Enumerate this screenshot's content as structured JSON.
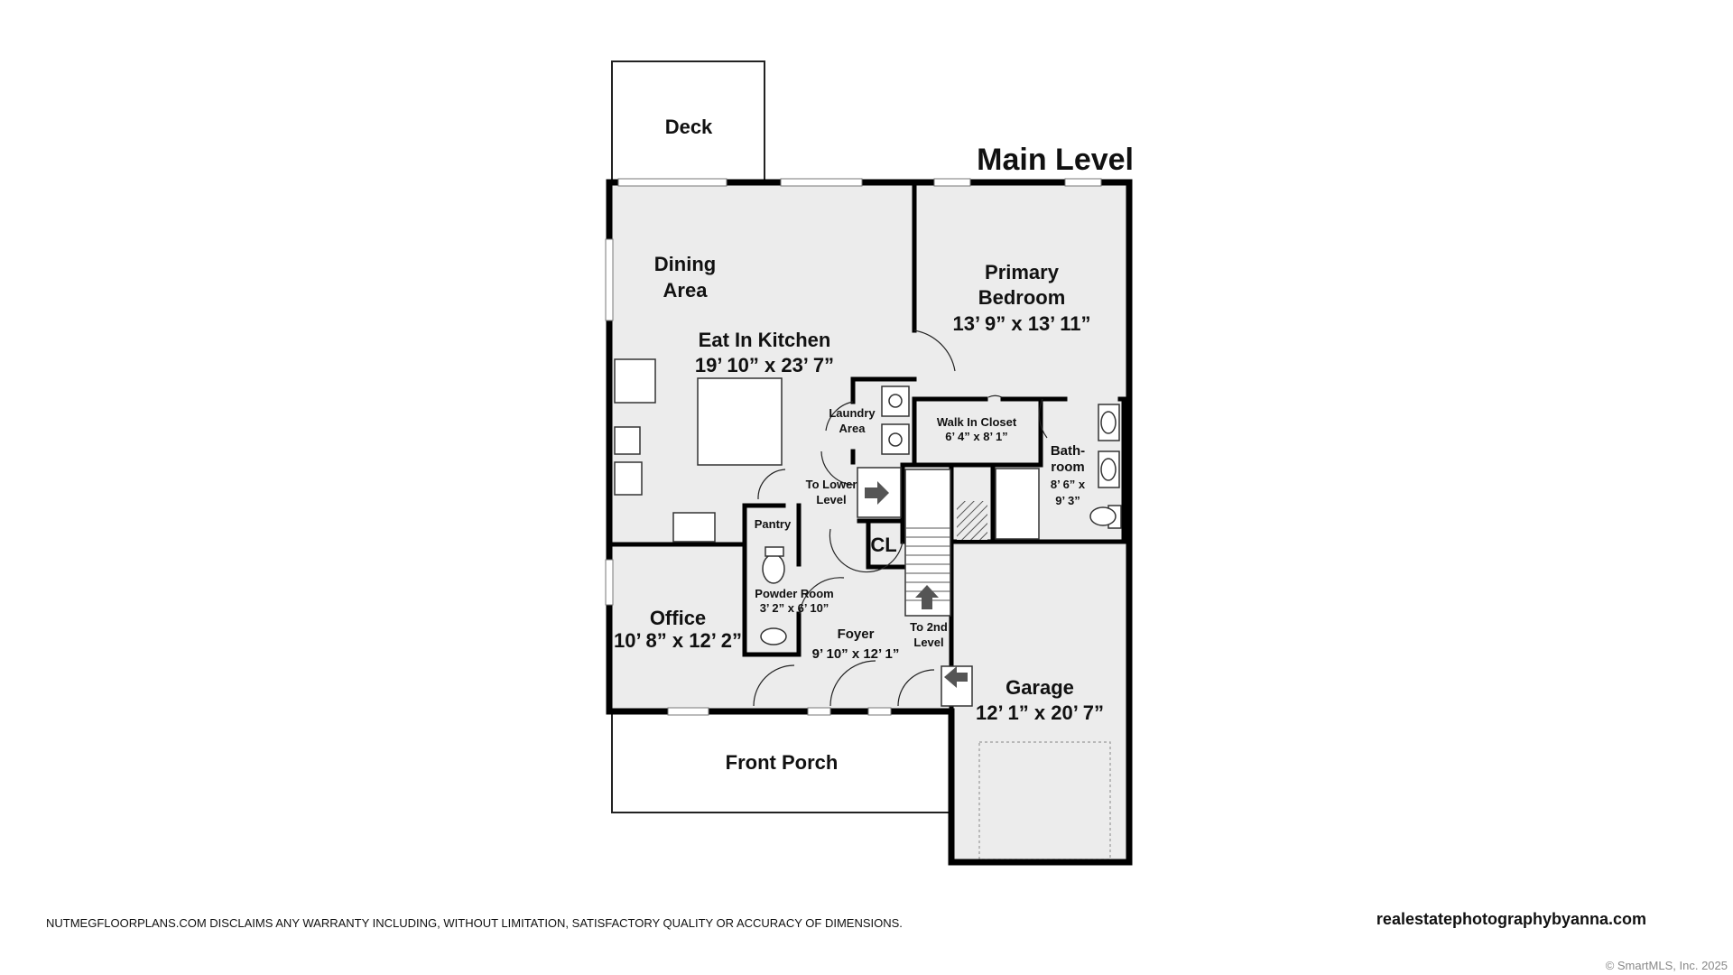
{
  "plan_title": "Main Level",
  "colors": {
    "floor": "#ececec",
    "wall": "#000000",
    "porch": "#ffffff"
  },
  "rooms": {
    "deck": {
      "name": "Deck"
    },
    "dining": {
      "name_line1": "Dining",
      "name_line2": "Area"
    },
    "kitchen": {
      "name": "Eat In Kitchen",
      "dims": "19’ 10” x 23’ 7”"
    },
    "primary_bedroom": {
      "name_line1": "Primary",
      "name_line2": "Bedroom",
      "dims": "13’ 9” x 13’ 11”"
    },
    "laundry": {
      "name_line1": "Laundry",
      "name_line2": "Area"
    },
    "walk_in_closet": {
      "name": "Walk In Closet",
      "dims": "6’ 4” x 8’ 1”"
    },
    "bathroom": {
      "name_line1": "Bath-",
      "name_line2": "room",
      "dims_line1": "8’ 6” x",
      "dims_line2": "9’ 3”"
    },
    "to_lower": {
      "line1": "To Lower",
      "line2": "Level"
    },
    "pantry": {
      "name": "Pantry"
    },
    "closet": {
      "name": "CL"
    },
    "powder_room": {
      "name": "Powder Room",
      "dims": "3’ 2” x 6’ 10”"
    },
    "office": {
      "name": "Office",
      "dims": "10’ 8” x 12’ 2”"
    },
    "foyer": {
      "name": "Foyer",
      "dims": "9’ 10” x 12’ 1”"
    },
    "to_2nd": {
      "line1": "To 2nd",
      "line2": "Level"
    },
    "garage": {
      "name": "Garage",
      "dims": "12’ 1” x 20’ 7”"
    },
    "front_porch": {
      "name": "Front Porch"
    }
  },
  "footer": {
    "disclaimer": "NUTMEGFLOORPLANS.COM DISCLAIMS ANY WARRANTY INCLUDING, WITHOUT LIMITATION, SATISFACTORY QUALITY OR ACCURACY OF DIMENSIONS.",
    "website": "realestatephotographybyanna.com",
    "copyright": "© SmartMLS, Inc.  2025"
  }
}
